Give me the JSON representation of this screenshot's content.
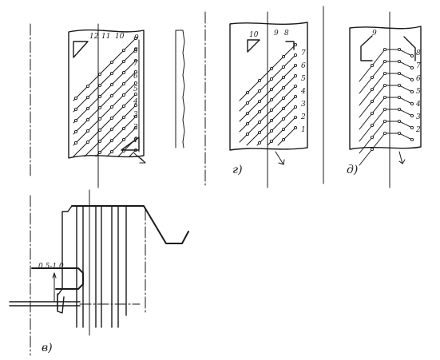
{
  "panel_b": {
    "top_numbers": [
      "12",
      "11",
      "10",
      "9"
    ],
    "side_numbers": [
      "8",
      "7",
      "6",
      "5",
      "4",
      "3",
      "2",
      "1"
    ]
  },
  "panel_g": {
    "caption": "г)",
    "top_numbers": [
      "10",
      "9",
      "8"
    ],
    "side_numbers": [
      "7",
      "6",
      "5",
      "4",
      "3",
      "2",
      "1"
    ]
  },
  "panel_d": {
    "caption": "д)",
    "top_numbers": [
      "9"
    ],
    "side_numbers": [
      "8",
      "7",
      "6",
      "5",
      "4",
      "3",
      "2"
    ]
  },
  "panel_v": {
    "caption": "в)",
    "dimension_label": "0,5-1,0"
  }
}
